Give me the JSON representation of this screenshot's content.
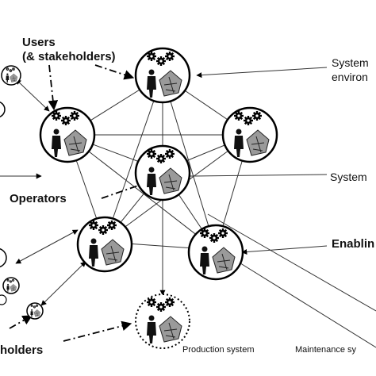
{
  "labels": {
    "users_line1": "Users",
    "users_line2": "(& stakeholders)",
    "operators": "Operators",
    "holders": "holders",
    "system_env_line1": "System",
    "system_env_line2": "environ",
    "system": "System",
    "enabling": "Enablin",
    "production_system": "Production system",
    "maintenance_system": "Maintenance sy"
  },
  "nodes": [
    {
      "id": "top",
      "kind": "system-node"
    },
    {
      "id": "upper-left",
      "kind": "system-node"
    },
    {
      "id": "upper-right",
      "kind": "system-node"
    },
    {
      "id": "center",
      "kind": "system-node"
    },
    {
      "id": "lower-left",
      "kind": "system-node"
    },
    {
      "id": "lower-right",
      "kind": "system-node"
    },
    {
      "id": "production",
      "kind": "production-node-dotted"
    }
  ],
  "colors": {
    "stroke": "#000000",
    "background": "#ffffff",
    "fill_gray": "#8a8a8a"
  }
}
